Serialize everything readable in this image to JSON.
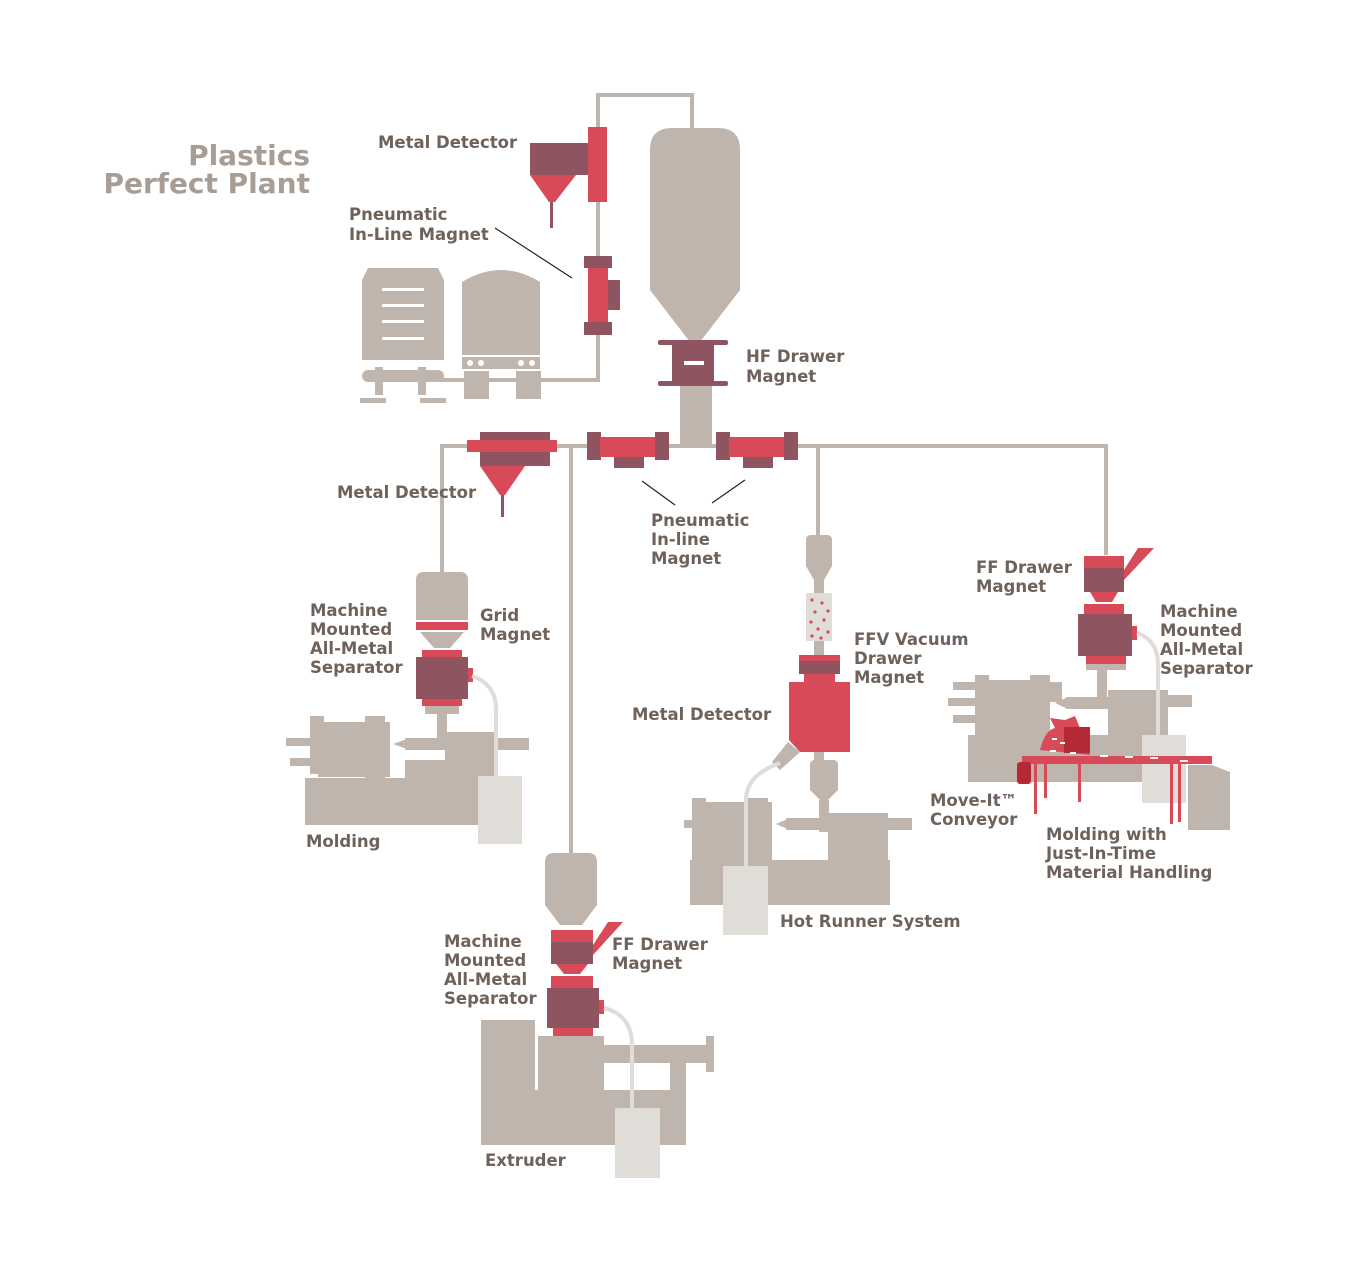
{
  "title": {
    "line1": "Plastics",
    "line2": "Perfect Plant"
  },
  "labels": {
    "metal_detector_top": "Metal Detector",
    "pneumatic_top": {
      "line1": "Pneumatic",
      "line2": "In-Line Magnet"
    },
    "hf_drawer": {
      "line1": "HF Drawer",
      "line2": "Magnet"
    },
    "metal_detector_left": "Metal Detector",
    "pneumatic_mid": {
      "line1": "Pneumatic",
      "line2": "In-line",
      "line3": "Magnet"
    },
    "separator_left": {
      "line1": "Machine",
      "line2": "Mounted",
      "line3": "All-Metal",
      "line4": "Separator"
    },
    "grid_magnet": {
      "line1": "Grid",
      "line2": "Magnet"
    },
    "molding": "Molding",
    "ffv_vacuum": {
      "line1": "FFV Vacuum",
      "line2": "Drawer",
      "line3": "Magnet"
    },
    "metal_detector_mid": "Metal Detector",
    "hot_runner": "Hot Runner System",
    "ff_drawer_right": {
      "line1": "FF Drawer",
      "line2": "Magnet"
    },
    "separator_right": {
      "line1": "Machine",
      "line2": "Mounted",
      "line3": "All-Metal",
      "line4": "Separator"
    },
    "move_it": {
      "line1": "Move-It™",
      "line2": "Conveyor"
    },
    "jit_molding": {
      "line1": "Molding with",
      "line2": "Just-In-Time",
      "line3": "Material Handling"
    },
    "separator_bottom": {
      "line1": "Machine",
      "line2": "Mounted",
      "line3": "All-Metal",
      "line4": "Separator"
    },
    "ff_drawer_bottom": {
      "line1": "FF Drawer",
      "line2": "Magnet"
    },
    "extruder": "Extruder"
  },
  "colors": {
    "equipment": "#BFB5AD",
    "magnet_red": "#D84A58",
    "magnet_dark": "#8E5560",
    "text": "#6E625B",
    "title": "#A89D95"
  }
}
